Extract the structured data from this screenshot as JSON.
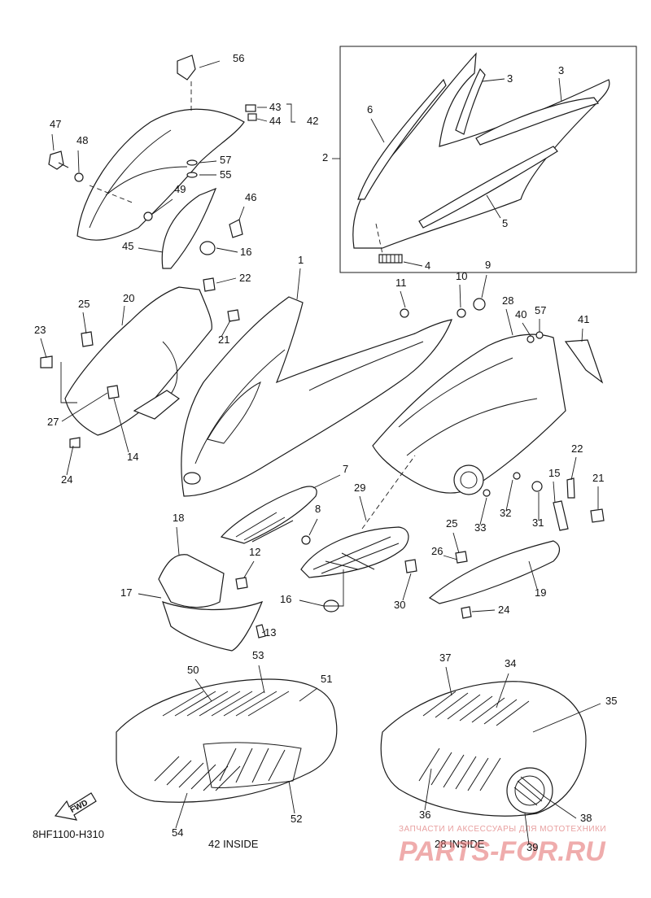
{
  "diagram": {
    "drawing_code": "8HF1100-H310",
    "fwd_label": "FWD",
    "caption_left": "42 INSIDE",
    "caption_right": "28 INSIDE",
    "watermark_small": "ЗАПЧАСТИ И АКСЕССУАРЫ ДЛЯ МОТОТЕХНИКИ",
    "watermark_big": "PARTS-FOR.RU",
    "callouts": [
      {
        "id": "c56",
        "text": "56"
      },
      {
        "id": "c47",
        "text": "47"
      },
      {
        "id": "c48",
        "text": "48"
      },
      {
        "id": "c43",
        "text": "43"
      },
      {
        "id": "c44",
        "text": "44"
      },
      {
        "id": "c42",
        "text": "42"
      },
      {
        "id": "c57a",
        "text": "57"
      },
      {
        "id": "c55",
        "text": "55"
      },
      {
        "id": "c49",
        "text": "49"
      },
      {
        "id": "c46",
        "text": "46"
      },
      {
        "id": "c45",
        "text": "45"
      },
      {
        "id": "c16a",
        "text": "16"
      },
      {
        "id": "c2",
        "text": "2"
      },
      {
        "id": "c3a",
        "text": "3"
      },
      {
        "id": "c3b",
        "text": "3"
      },
      {
        "id": "c6",
        "text": "6"
      },
      {
        "id": "c5",
        "text": "5"
      },
      {
        "id": "c4",
        "text": "4"
      },
      {
        "id": "c1",
        "text": "1"
      },
      {
        "id": "c22a",
        "text": "22"
      },
      {
        "id": "c20",
        "text": "20"
      },
      {
        "id": "c25a",
        "text": "25"
      },
      {
        "id": "c23",
        "text": "23"
      },
      {
        "id": "c21a",
        "text": "21"
      },
      {
        "id": "c27",
        "text": "27"
      },
      {
        "id": "c14",
        "text": "14"
      },
      {
        "id": "c24a",
        "text": "24"
      },
      {
        "id": "c11",
        "text": "11"
      },
      {
        "id": "c10",
        "text": "10"
      },
      {
        "id": "c9",
        "text": "9"
      },
      {
        "id": "c28",
        "text": "28"
      },
      {
        "id": "c40",
        "text": "40"
      },
      {
        "id": "c57b",
        "text": "57"
      },
      {
        "id": "c41",
        "text": "41"
      },
      {
        "id": "c7",
        "text": "7"
      },
      {
        "id": "c8",
        "text": "8"
      },
      {
        "id": "c29",
        "text": "29"
      },
      {
        "id": "c18",
        "text": "18"
      },
      {
        "id": "c12",
        "text": "12"
      },
      {
        "id": "c17",
        "text": "17"
      },
      {
        "id": "c16b",
        "text": "16"
      },
      {
        "id": "c13",
        "text": "13"
      },
      {
        "id": "c30",
        "text": "30"
      },
      {
        "id": "c22b",
        "text": "22"
      },
      {
        "id": "c15",
        "text": "15"
      },
      {
        "id": "c21b",
        "text": "21"
      },
      {
        "id": "c32",
        "text": "32"
      },
      {
        "id": "c31",
        "text": "31"
      },
      {
        "id": "c33",
        "text": "33"
      },
      {
        "id": "c25b",
        "text": "25"
      },
      {
        "id": "c26",
        "text": "26"
      },
      {
        "id": "c19",
        "text": "19"
      },
      {
        "id": "c24b",
        "text": "24"
      },
      {
        "id": "c50",
        "text": "50"
      },
      {
        "id": "c53",
        "text": "53"
      },
      {
        "id": "c51",
        "text": "51"
      },
      {
        "id": "c52",
        "text": "52"
      },
      {
        "id": "c54",
        "text": "54"
      },
      {
        "id": "c37",
        "text": "37"
      },
      {
        "id": "c34",
        "text": "34"
      },
      {
        "id": "c35",
        "text": "35"
      },
      {
        "id": "c36",
        "text": "36"
      },
      {
        "id": "c38",
        "text": "38"
      },
      {
        "id": "c39",
        "text": "39"
      }
    ]
  }
}
